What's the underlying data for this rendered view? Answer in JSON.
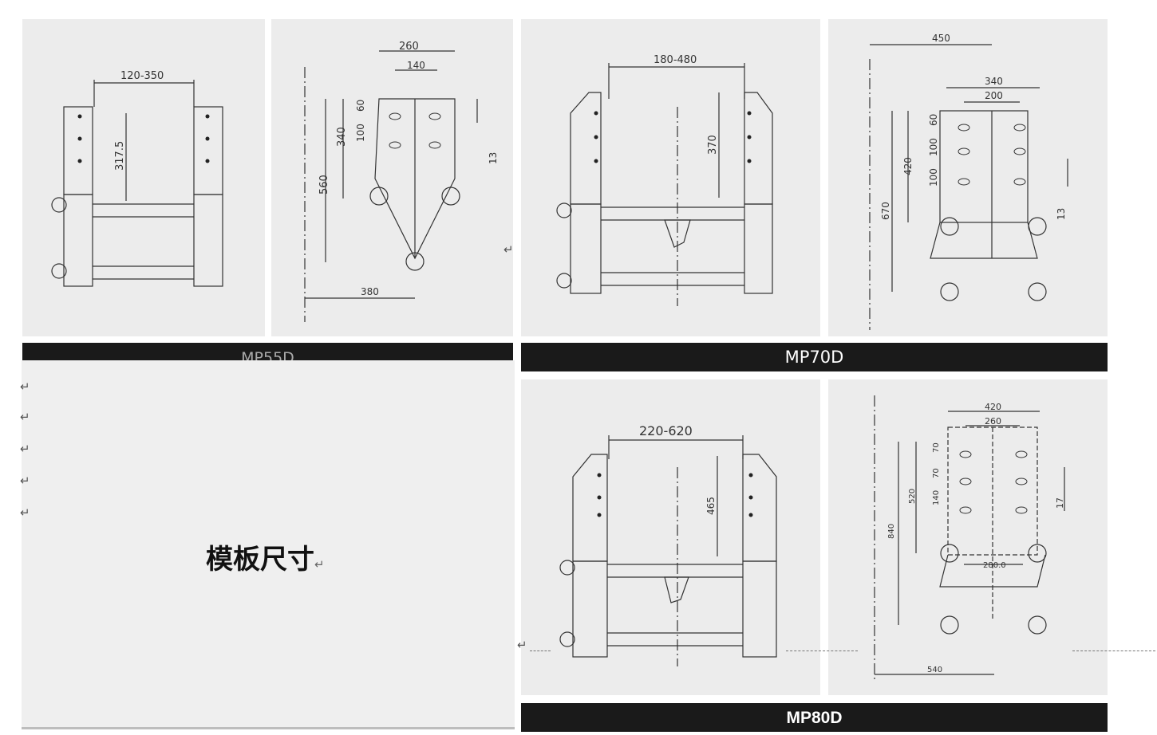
{
  "sections": [
    {
      "model": "MP55D"
    },
    {
      "model": "MP70D"
    },
    {
      "model": "MP80D"
    }
  ],
  "dims": {
    "mp55d_side": {
      "span": "120-350",
      "height": "317.5"
    },
    "mp55d_front": {
      "w_outer": "260",
      "w_inner": "140",
      "h_60": "60",
      "h_100": "100",
      "h_340": "340",
      "h_560": "560",
      "h_13": "13",
      "bottom": "380"
    },
    "mp70d_side": {
      "span": "180-480",
      "height": "370"
    },
    "mp70d_front": {
      "top": "450",
      "w_outer": "340",
      "w_inner": "200",
      "h_60": "60",
      "h_100a": "100",
      "h_100b": "100",
      "h_420": "420",
      "h_670": "670",
      "h_13": "13"
    },
    "mp80d_side": {
      "span": "220-620",
      "height": "465"
    },
    "mp80d_front": {
      "w_outer": "420",
      "w_inner": "260",
      "h_70a": "70",
      "h_70b": "70",
      "h_140": "140",
      "h_520": "520",
      "h_840": "840",
      "h_17": "17",
      "center": "280.0",
      "bottom": "540"
    }
  },
  "overlay": {
    "heading": "模板尺寸",
    "return_mark": "↵"
  }
}
